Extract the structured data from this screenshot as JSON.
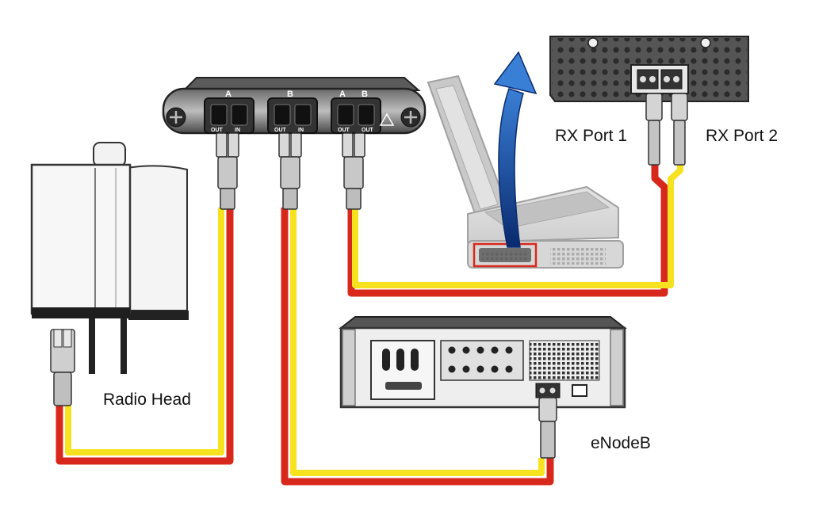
{
  "labels": {
    "radio_head": "Radio Head",
    "enodeb": "eNodeB",
    "rx_port_1": "RX Port 1",
    "rx_port_2": "RX Port 2"
  },
  "tap": {
    "port_letters": [
      "A",
      "B",
      "A",
      "B"
    ],
    "port_small_text": [
      "OUT",
      "IN",
      "OUT",
      "IN",
      "OUT",
      "OUT"
    ]
  },
  "colors": {
    "fiber_red": "#d8281c",
    "fiber_yellow": "#f7e21f",
    "arrow_blue": "#0b3f9e",
    "highlight_red": "#d8281c",
    "device_dark": "#2b2b2b"
  }
}
